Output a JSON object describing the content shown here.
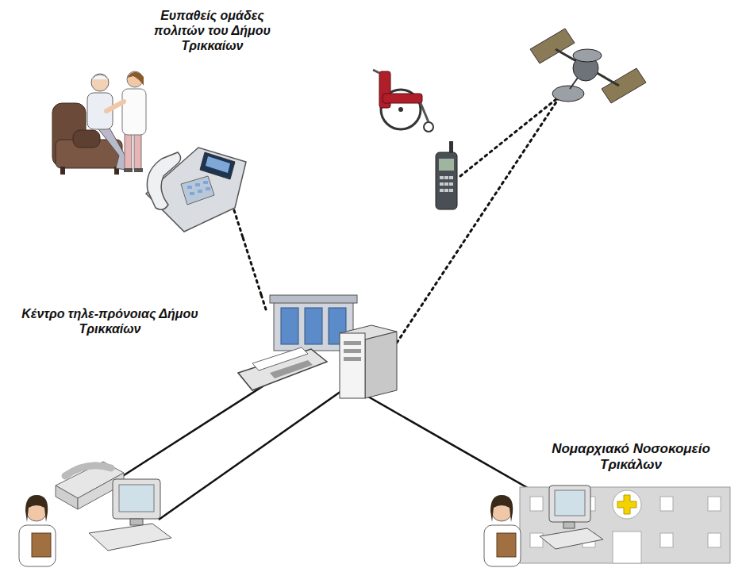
{
  "diagram": {
    "nodes": [
      {
        "text": [
          "Ευπαθείς ομάδες πολιτών του Δήμου Τρικκαίων"
        ]
      },
      {
        "text": [
          "Κέντρο τηλε-πρόνοιας Δήμου Τρικκαίων"
        ]
      },
      {
        "text": [
          "Νομαρχιακό Νοσοκομείο Τρικάλων"
        ]
      }
    ],
    "edges": [
      {
        "from": 0,
        "to": 1,
        "arrow": "none"
      },
      {
        "from": 1,
        "to": 2,
        "arrow": "none"
      }
    ]
  }
}
